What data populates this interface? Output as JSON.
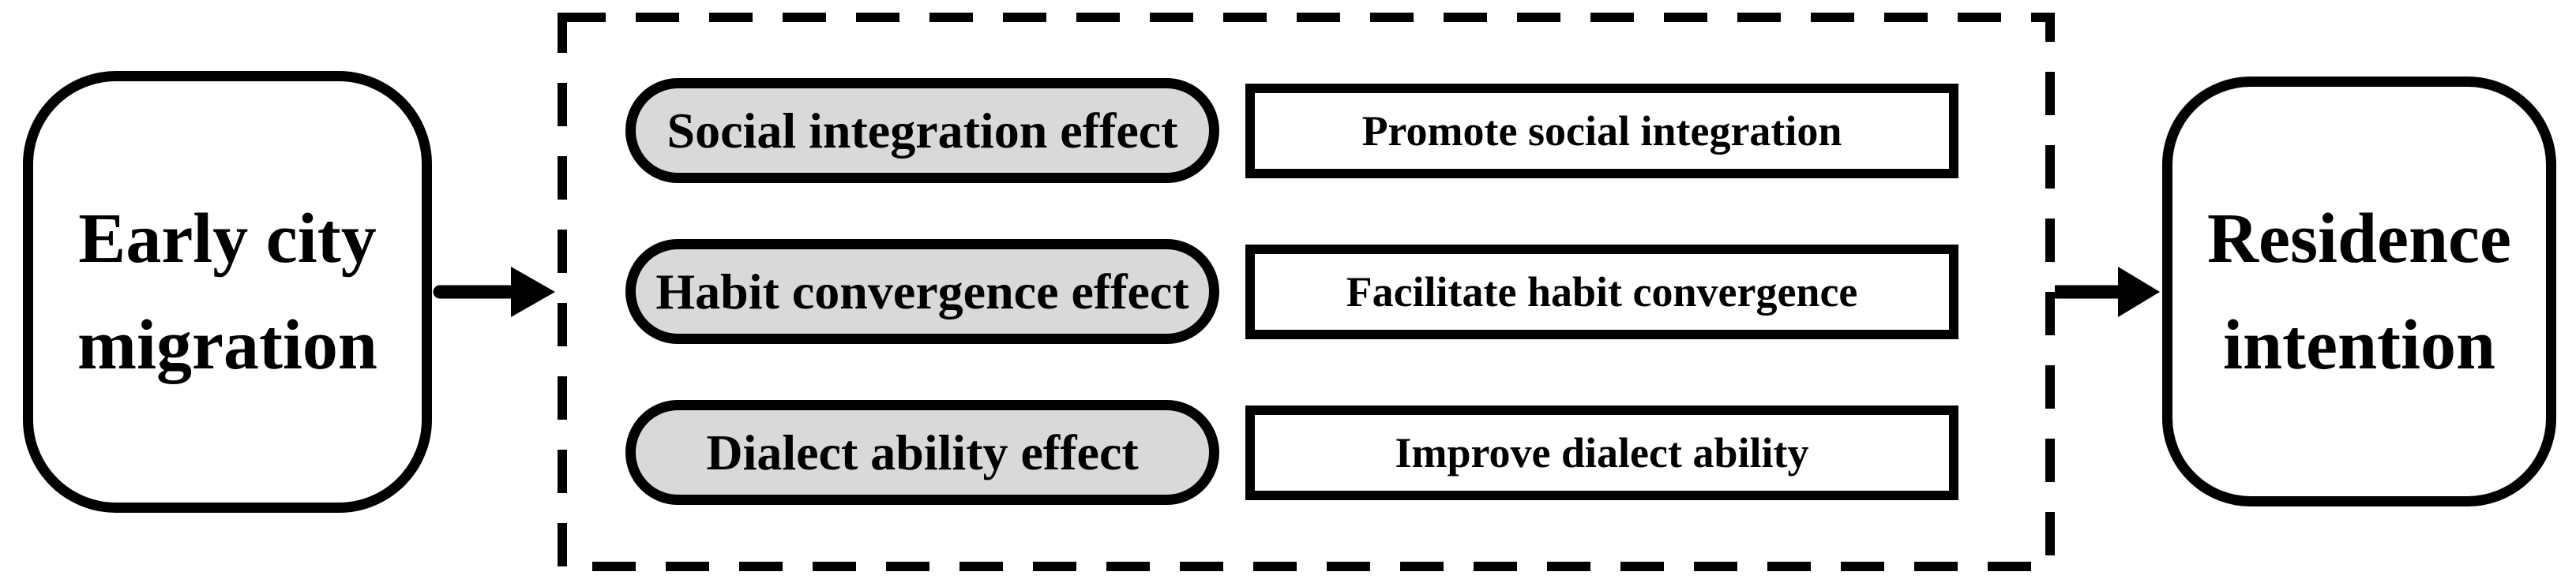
{
  "colors": {
    "pill-fill": "#d9d9d9",
    "stroke": "#000000",
    "canvas-bg": "#ffffff"
  },
  "nodes": {
    "source": {
      "line1": "Early city",
      "line2": "migration"
    },
    "target": {
      "line1": "Residence",
      "line2": "intention"
    }
  },
  "mediators": [
    {
      "effect": "Social integration effect",
      "outcome": "Promote social integration"
    },
    {
      "effect": "Habit convergence effect",
      "outcome": "Facilitate habit convergence"
    },
    {
      "effect": "Dialect ability effect",
      "outcome": "Improve dialect ability"
    }
  ]
}
